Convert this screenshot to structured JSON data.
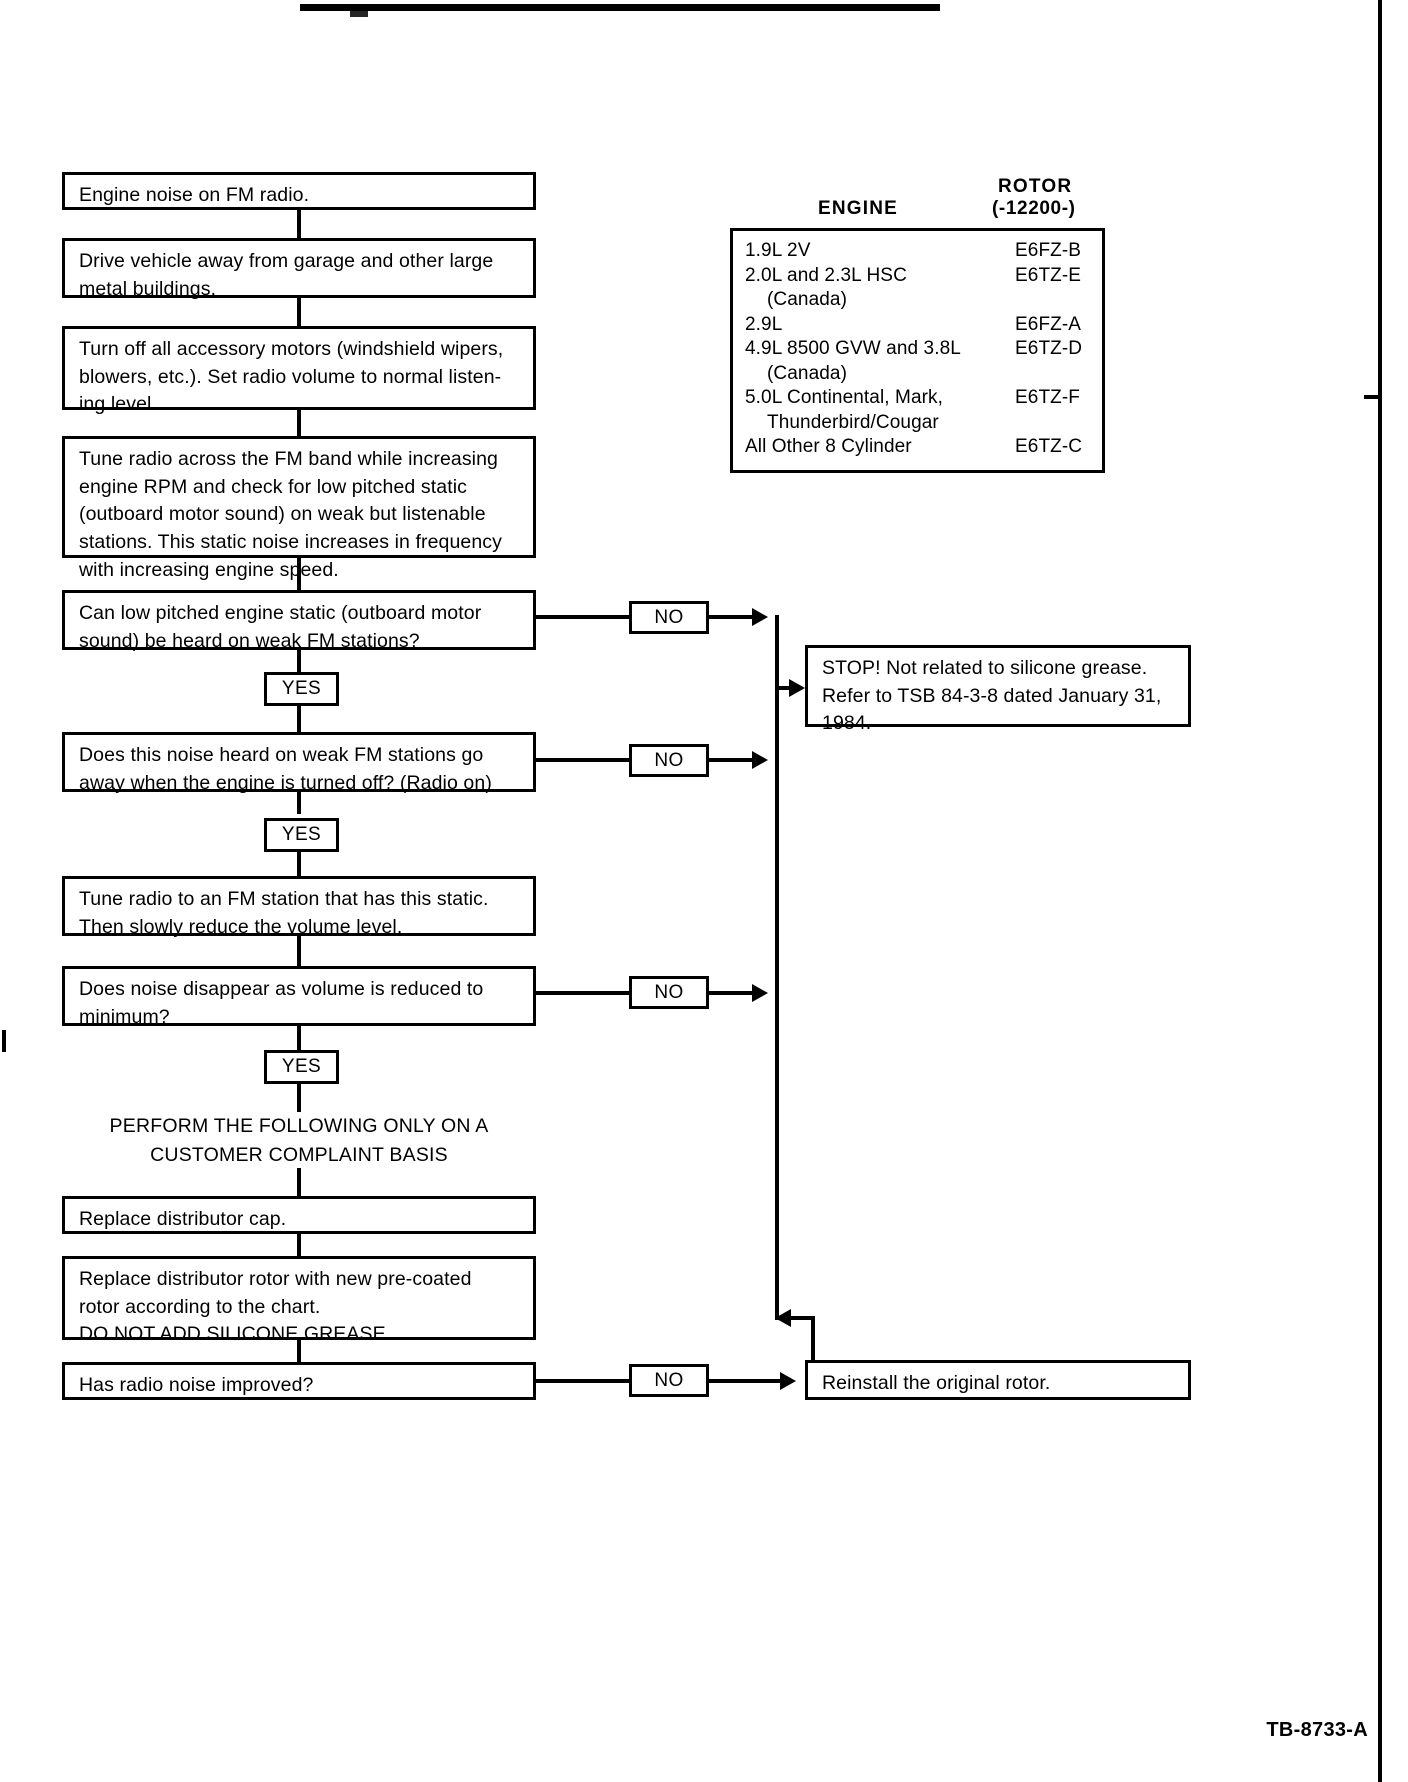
{
  "document": {
    "footer_code": "TB-8733-A"
  },
  "flow": {
    "steps": [
      {
        "id": "start",
        "lines": [
          "Engine noise on FM radio."
        ]
      },
      {
        "id": "drive-away",
        "lines": [
          "Drive vehicle away from garage and other large",
          "metal buildings."
        ]
      },
      {
        "id": "accessories",
        "lines": [
          "Turn off all accessory motors (windshield wipers,",
          "blowers, etc.). Set radio volume to normal listen-",
          "ing level."
        ]
      },
      {
        "id": "tune-band",
        "lines": [
          "Tune radio across the FM band while increasing",
          "engine RPM and check for low pitched static",
          "(outboard motor sound) on weak but listenable",
          "stations. This static noise increases in frequency",
          "with increasing engine speed."
        ]
      },
      {
        "id": "q-static",
        "lines": [
          "Can low pitched engine static (outboard motor",
          "sound) be heard on weak FM stations?"
        ]
      },
      {
        "id": "q-engine-off",
        "lines": [
          "Does this noise heard on weak FM stations go",
          "away when the engine is turned off? (Radio on)"
        ]
      },
      {
        "id": "reduce-vol",
        "lines": [
          "Tune radio to an FM station that has this static.",
          "Then slowly reduce the volume level."
        ]
      },
      {
        "id": "q-volume",
        "lines": [
          "Does noise disappear as volume is reduced to",
          "minimum?"
        ]
      },
      {
        "id": "replace-cap",
        "lines": [
          "Replace distributor cap."
        ]
      },
      {
        "id": "replace-rotor",
        "lines": [
          "Replace distributor rotor with new pre-coated",
          "rotor according to the chart.",
          "DO NOT ADD SILICONE GREASE."
        ]
      },
      {
        "id": "q-improved",
        "lines": [
          "Has radio noise improved?"
        ]
      }
    ],
    "stop_box": {
      "lines": [
        "STOP! Not related to silicone grease.",
        "Refer to TSB 84-3-8 dated January 31,",
        "1984."
      ]
    },
    "reinstall_box": {
      "lines": [
        "Reinstall the original rotor."
      ]
    },
    "note": {
      "line1": "PERFORM THE FOLLOWING ONLY ON A",
      "line2": "CUSTOMER COMPLAINT BASIS"
    },
    "labels": {
      "yes": "YES",
      "no": "NO"
    }
  },
  "chart_data": {
    "type": "table",
    "title": "",
    "columns": [
      "ENGINE",
      "ROTOR (-12200-)"
    ],
    "column_headers": {
      "engine": "ENGINE",
      "rotor_line1": "ROTOR",
      "rotor_line2": "(-12200-)"
    },
    "rows": [
      {
        "engine": "1.9L 2V",
        "indent": false,
        "rotor": "E6FZ-B"
      },
      {
        "engine": "2.0L and 2.3L HSC",
        "indent": false,
        "rotor": "E6TZ-E"
      },
      {
        "engine": "(Canada)",
        "indent": true,
        "rotor": ""
      },
      {
        "engine": "2.9L",
        "indent": false,
        "rotor": "E6FZ-A"
      },
      {
        "engine": "4.9L 8500 GVW and 3.8L",
        "indent": false,
        "rotor": "E6TZ-D"
      },
      {
        "engine": "(Canada)",
        "indent": true,
        "rotor": ""
      },
      {
        "engine": "5.0L Continental, Mark,",
        "indent": false,
        "rotor": "E6TZ-F"
      },
      {
        "engine": "Thunderbird/Cougar",
        "indent": true,
        "rotor": ""
      },
      {
        "engine": "All Other 8 Cylinder",
        "indent": false,
        "rotor": "E6TZ-C"
      }
    ]
  }
}
